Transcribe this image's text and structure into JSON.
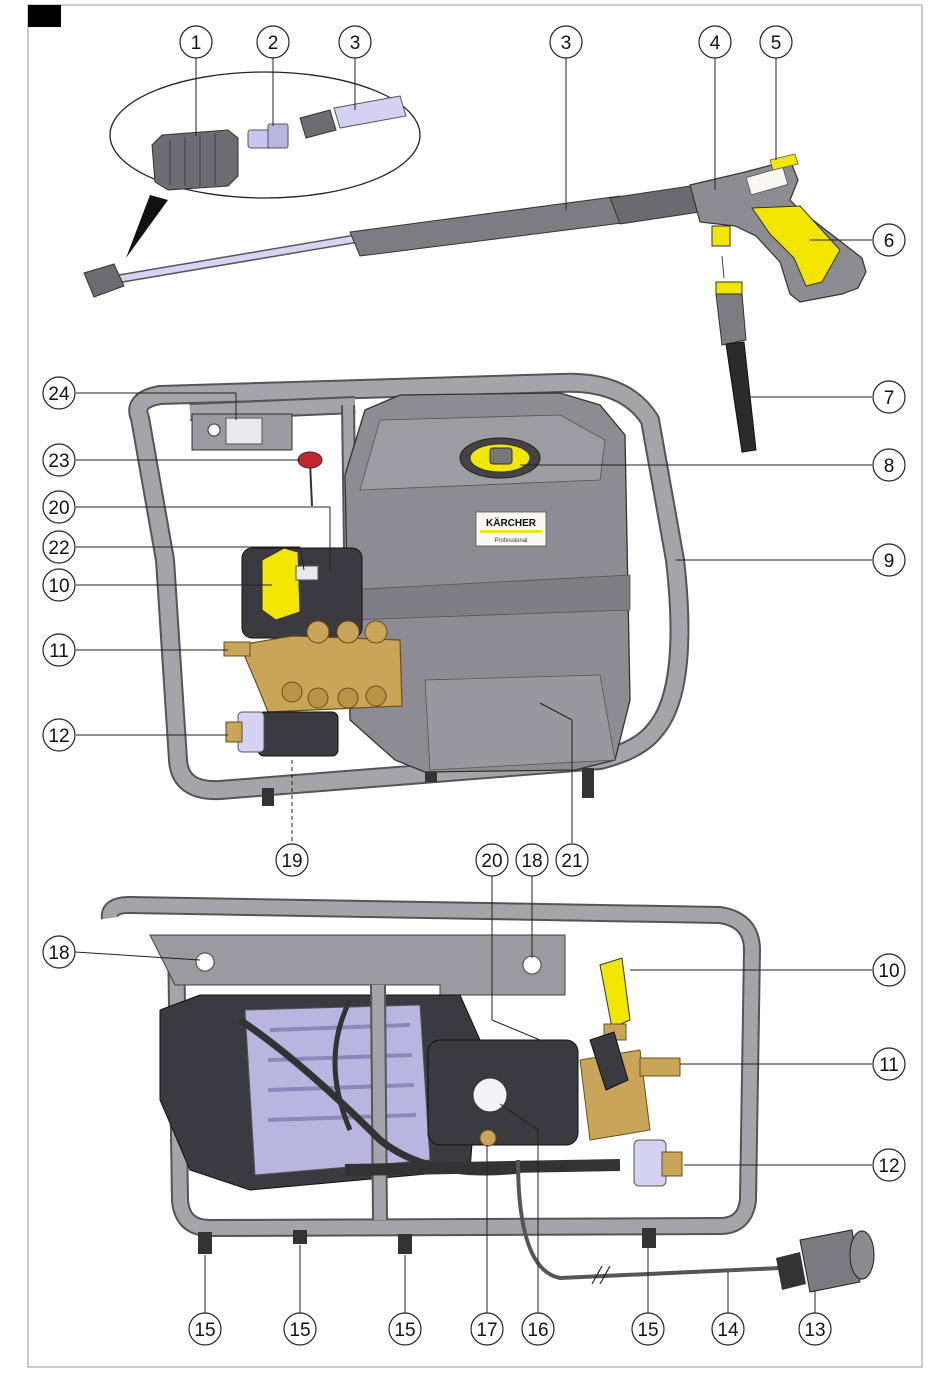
{
  "brand": {
    "name": "KÄRCHER",
    "tagline": "Professional"
  },
  "colors": {
    "frame": "#9a9aa0",
    "housing": "#8c8c92",
    "accent_yellow": "#f2e500",
    "brass": "#c9a55a",
    "pump_lilac": "#b8b6e0",
    "outline": "#222222"
  },
  "callouts": {
    "c1": "1",
    "c2": "2",
    "c3a": "3",
    "c3b": "3",
    "c4": "4",
    "c5": "5",
    "c6": "6",
    "c7": "7",
    "c8": "8",
    "c9": "9",
    "c10a": "10",
    "c11a": "11",
    "c12a": "12",
    "c19": "19",
    "c20a": "20",
    "c21": "21",
    "c22": "22",
    "c23": "23",
    "c24": "24",
    "c18a": "18",
    "c20b": "20",
    "c18b": "18",
    "c10b": "10",
    "c11b": "11",
    "c12b": "12",
    "c15a": "15",
    "c15b": "15",
    "c15c": "15",
    "c17": "17",
    "c16": "16",
    "c15d": "15",
    "c14": "14",
    "c13": "13"
  }
}
